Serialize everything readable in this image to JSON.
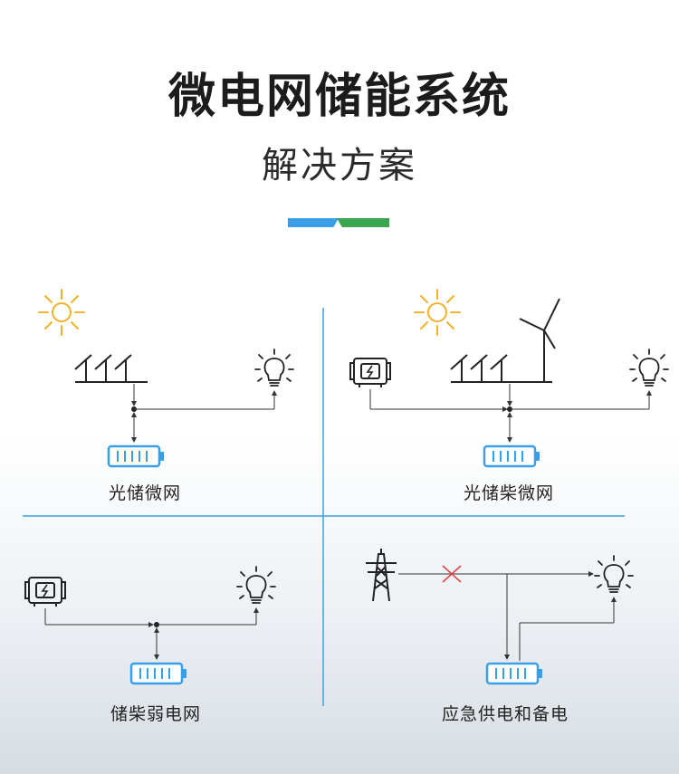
{
  "header": {
    "title": "微电网储能系统",
    "subtitle": "解决方案"
  },
  "colors": {
    "accent_blue": "#3a9fe8",
    "accent_green": "#3aa64f",
    "sun": "#f3b12c",
    "battery": "#3a9fe8",
    "divider": "#3aa6d8",
    "cross": "#e0454a"
  },
  "panels": [
    {
      "label": "光储微网",
      "icons": [
        "sun-icon",
        "solar-panel-icon",
        "bulb-icon",
        "battery-icon"
      ]
    },
    {
      "label": "光储柴微网",
      "icons": [
        "sun-icon",
        "solar-panel-icon",
        "wind-turbine-icon",
        "generator-icon",
        "bulb-icon",
        "battery-icon"
      ]
    },
    {
      "label": "储柴弱电网",
      "icons": [
        "generator-icon",
        "bulb-icon",
        "battery-icon"
      ]
    },
    {
      "label": "应急供电和备电",
      "icons": [
        "power-tower-icon",
        "cross-icon",
        "bulb-icon",
        "battery-icon"
      ]
    }
  ]
}
